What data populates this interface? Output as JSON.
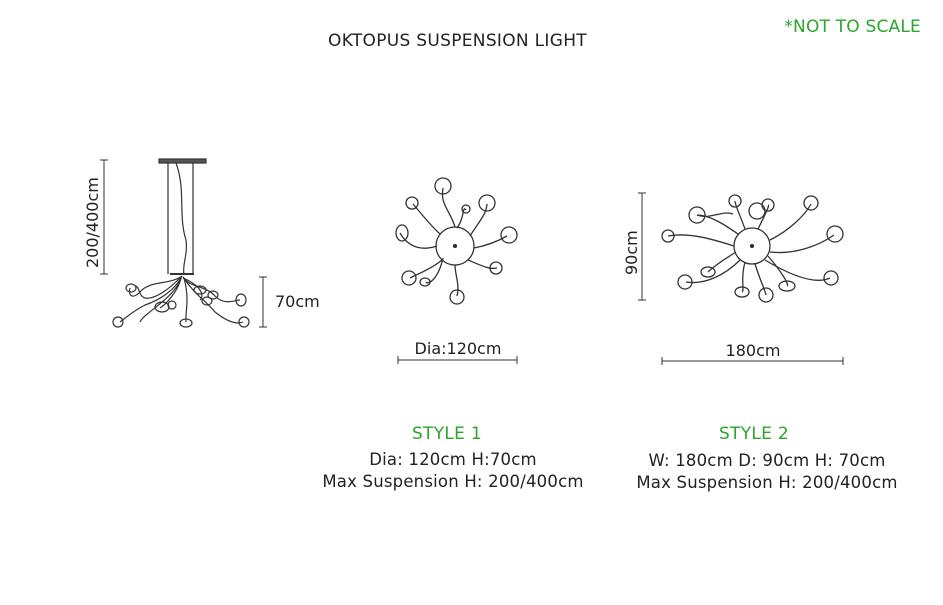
{
  "header": {
    "title": "OKTOPUS SUSPENSION LIGHT",
    "note": "*NOT TO SCALE"
  },
  "side_view": {
    "suspension_label": "200/400cm",
    "height_label": "70cm"
  },
  "style1": {
    "diameter_label": "Dia:120cm",
    "heading": "STYLE 1",
    "spec_line1": "Dia: 120cm H:70cm",
    "spec_line2": "Max Suspension H: 200/400cm"
  },
  "style2": {
    "depth_label": "90cm",
    "width_label": "180cm",
    "heading": "STYLE 2",
    "spec_line1": "W: 180cm D: 90cm H: 70cm",
    "spec_line2": "Max Suspension H: 200/400cm"
  },
  "colors": {
    "accent": "#2ba52b",
    "line": "#333333"
  }
}
